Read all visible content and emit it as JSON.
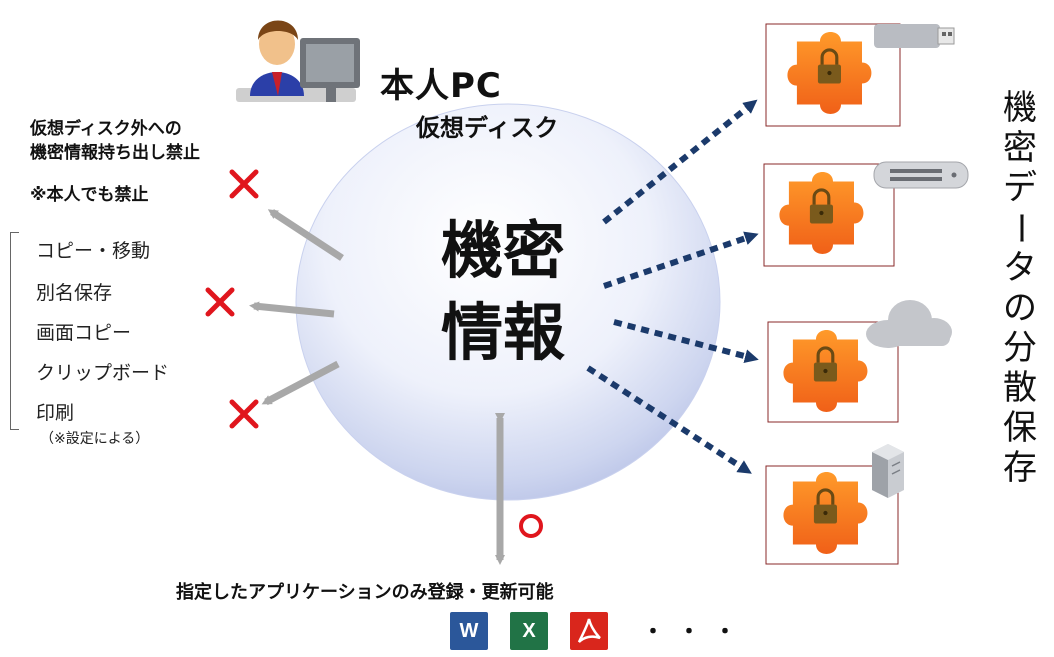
{
  "pc": {
    "label": "本人PC"
  },
  "vdisk": {
    "label": "仮想ディスク"
  },
  "center": {
    "line1": "機密",
    "line2": "情報"
  },
  "warning": {
    "line1": "仮想ディスク外への",
    "line2": "機密情報持ち出し禁止",
    "line3": "※本人でも禁止"
  },
  "operations": [
    "コピー・移動",
    "別名保存",
    "画面コピー",
    "クリップボード",
    "印刷"
  ],
  "operations_note": "（※設定による）",
  "bottom": {
    "label": "指定したアプリケーションのみ登録・更新可能",
    "ellipsis": "・・・"
  },
  "vertical_label": [
    "機",
    "密",
    "デ",
    "ー",
    "タ",
    "の",
    "分",
    "散",
    "保",
    "存"
  ],
  "apps": [
    {
      "name": "word-icon",
      "letter": "W",
      "color": "#2b579a"
    },
    {
      "name": "excel-icon",
      "letter": "X",
      "color": "#217346"
    },
    {
      "name": "pdf-icon",
      "letter": "",
      "color": "#d9261c"
    }
  ],
  "storage": [
    "usb-drive-icon",
    "nas-device-icon",
    "cloud-icon",
    "server-icon"
  ],
  "colors": {
    "arrow_gray": "#a8a8a8",
    "arrow_navy": "#1b3a6b",
    "cross_red": "#e0161d",
    "piece_orange": "#f08a1c"
  }
}
